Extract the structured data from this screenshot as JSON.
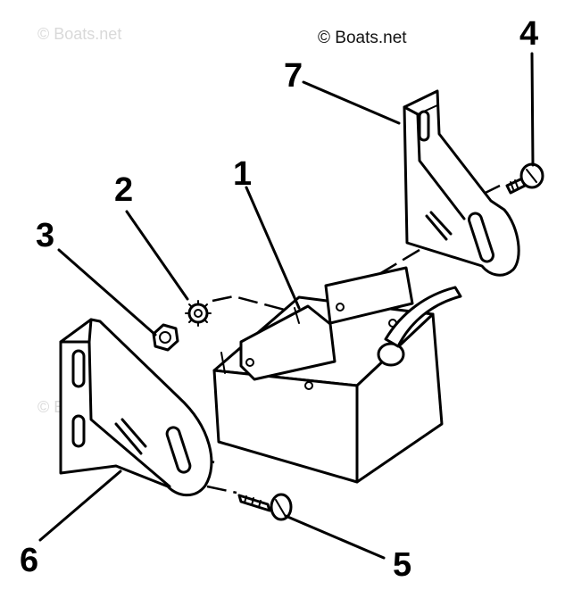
{
  "watermarks": {
    "main": "© Boats.net",
    "faded": "© Boats.net"
  },
  "callouts": {
    "c1": "1",
    "c2": "2",
    "c3": "3",
    "c4": "4",
    "c5": "5",
    "c6": "6",
    "c7": "7"
  },
  "colors": {
    "ink": "#000000",
    "paper": "#ffffff",
    "watermark_faded": "#d9d9d9"
  }
}
